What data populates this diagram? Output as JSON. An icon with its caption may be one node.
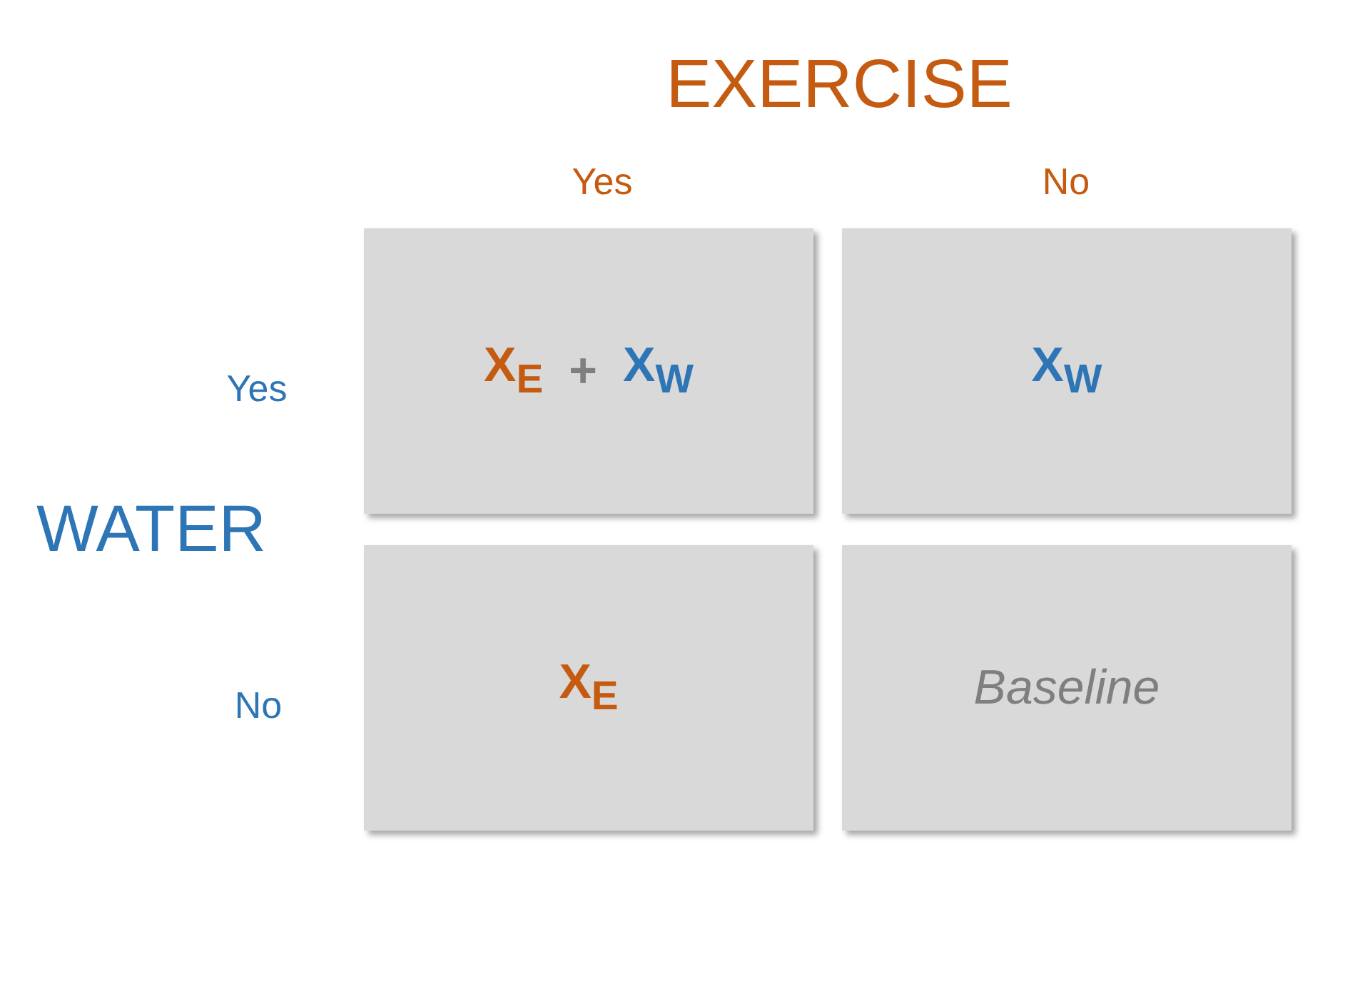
{
  "diagram": {
    "nodes": [
      {
        "text": [
          "X$_{E}$",
          "+",
          "X$_{W}$"
        ]
      },
      {
        "text": [
          "X$_{W}$"
        ]
      },
      {
        "text": [
          "X$_{E}$"
        ]
      },
      {
        "text": [
          "Baseline"
        ]
      }
    ],
    "labels": [
      "EXERCISE",
      "Yes",
      "No",
      "Yes",
      "WATER",
      "No"
    ]
  }
}
